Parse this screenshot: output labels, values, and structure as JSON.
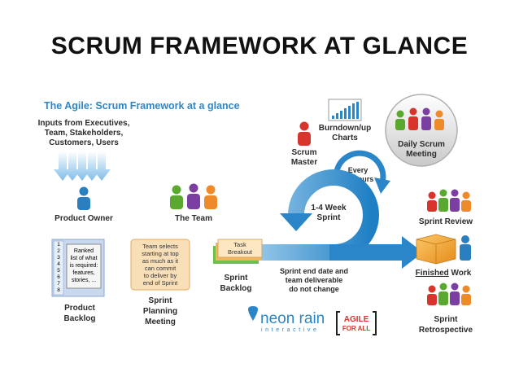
{
  "slide_title": "SCRUM FRAMEWORK AT GLANCE",
  "diagram": {
    "subtitle": "The Agile: Scrum Framework at a glance",
    "inputs_lines": [
      "Inputs from Executives,",
      "Team, Stakeholders,",
      "Customers, Users"
    ],
    "product_owner": "Product Owner",
    "the_team": "The Team",
    "scrum_master_lines": [
      "Scrum",
      "Master"
    ],
    "burndown_lines": [
      "Burndown/up",
      "Charts"
    ],
    "daily_scrum_lines": [
      "Daily Scrum",
      "Meeting"
    ],
    "every_lines": [
      "Every",
      "24 Hours"
    ],
    "sprint_cycle_lines": [
      "1-4 Week",
      "Sprint"
    ],
    "sprint_review": "Sprint Review",
    "backlog_numbers": [
      "1",
      "2",
      "3",
      "4",
      "5",
      "6",
      "7",
      "8"
    ],
    "backlog_note_lines": [
      "Ranked",
      "list of what",
      "is required:",
      "features,",
      "stories, ..."
    ],
    "product_backlog_lines": [
      "Product",
      "Backlog"
    ],
    "planning_note_lines": [
      "Team selects",
      "starting at top",
      "as much as it",
      "can commit",
      "to deliver by",
      "end of Sprint"
    ],
    "planning_lines": [
      "Sprint",
      "Planning",
      "Meeting"
    ],
    "task_breakout_lines": [
      "Task",
      "Breakout"
    ],
    "sprint_backlog_lines": [
      "Sprint",
      "Backlog"
    ],
    "sprint_end_lines": [
      "Sprint end date and",
      "team deliverable",
      "do not change"
    ],
    "finished_work_underlined": "Finished",
    "finished_work_rest": " Work",
    "retrospective_lines": [
      "Sprint",
      "Retrospective"
    ],
    "logo_neon_rain": "neon rain",
    "logo_interactive": "interactive",
    "logo_agile_lines": [
      "AGILE",
      "FOR ALL"
    ]
  },
  "colors": {
    "subtitle": "#2f86c6",
    "arrow_blue": "#2a86c8",
    "arrow_light": "#9fd0f0",
    "person_blue": "#2a7fc0",
    "person_red": "#d9342b",
    "person_green": "#5aa830",
    "person_purple": "#7a3fa0",
    "person_orange": "#ef8a2a",
    "note_fill": "#f9dfb8",
    "note_stroke": "#e8a85a",
    "backlog_fill": "#c8d8ee",
    "box_orange": "#f4a93a"
  }
}
